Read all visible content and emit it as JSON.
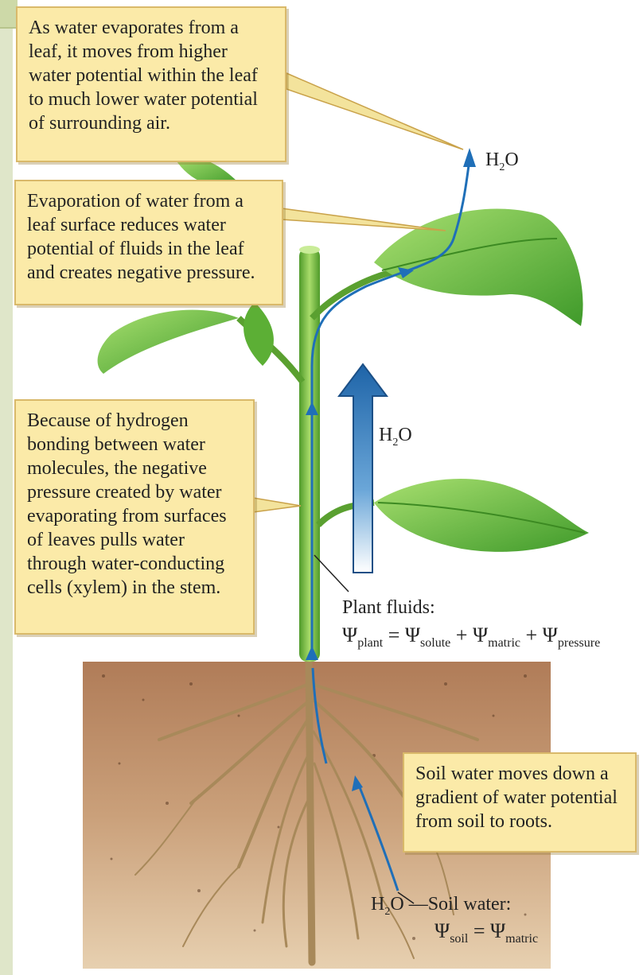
{
  "callouts": {
    "evaporation_leaf": "As water evaporates from a\nleaf, it moves from higher\nwater potential within the leaf\nto much lower water potential\nof surrounding air.",
    "negative_pressure": "Evaporation of water from a\nleaf surface reduces water\npotential of fluids in the leaf\nand creates negative pressure.",
    "hydrogen_bonding": "Because of hydrogen\nbonding between water\nmolecules, the negative\npressure created by water\nevaporating from surfaces\nof leaves pulls water\nthrough water-conducting\ncells (xylem) in the stem.",
    "soil_gradient": "Soil water moves down a\ngradient of water potential\nfrom soil to roots."
  },
  "labels": {
    "h2o_top": "H",
    "h2o_top_sub": "2",
    "h2o_top_tail": "O",
    "h2o_middle": "H",
    "h2o_middle_sub": "2",
    "h2o_middle_tail": "O",
    "plant_fluids_title": "Plant fluids:",
    "psi_symbol": "Ψ",
    "plant_sub": "plant",
    "solute_sub": "solute",
    "matric_sub": "matric",
    "pressure_sub": "pressure",
    "equals": "=",
    "plus": "+",
    "soil_h2o": "H",
    "soil_h2o_sub": "2",
    "soil_h2o_tail": "O",
    "soil_water_title": "Soil water:",
    "soil_sub": "soil",
    "soil_matric_sub": "matric"
  },
  "colors": {
    "callout_fill": "#fbeaa8",
    "water_arrow": "#1f6fb8",
    "stem_green": "#7fbf3a",
    "leaf_green": "#6cc23a",
    "soil_brown": "#c89a72",
    "root_tan": "#b59660"
  }
}
